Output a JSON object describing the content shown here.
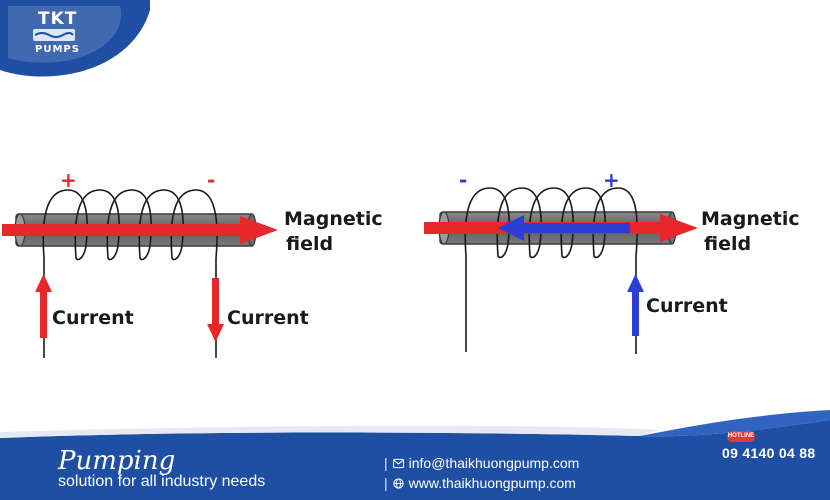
{
  "logo": {
    "line1": "TKT",
    "line2": "PUMPS"
  },
  "left_diagram": {
    "sign_left": "+",
    "sign_right": "-",
    "field_label_1": "Magnetic",
    "field_label_2": "field",
    "current_left": "Current",
    "current_right": "Current"
  },
  "right_diagram": {
    "sign_left": "-",
    "sign_right": "+",
    "field_label_1": "Magnetic",
    "field_label_2": "field",
    "current": "Current"
  },
  "footer": {
    "script_word": "Pumping",
    "tagline": "solution for all industry needs",
    "email": "info@thaikhuongpump.com",
    "website": "www.thaikhuongpump.com",
    "hotline_badge": "HOTLINE",
    "phone": "09 4140 04 88"
  },
  "colors": {
    "brand_blue": "#1f4fa3",
    "red": "#e8272a",
    "blue_arrow": "#2b3fd6",
    "rod": "#6b6b6b"
  }
}
